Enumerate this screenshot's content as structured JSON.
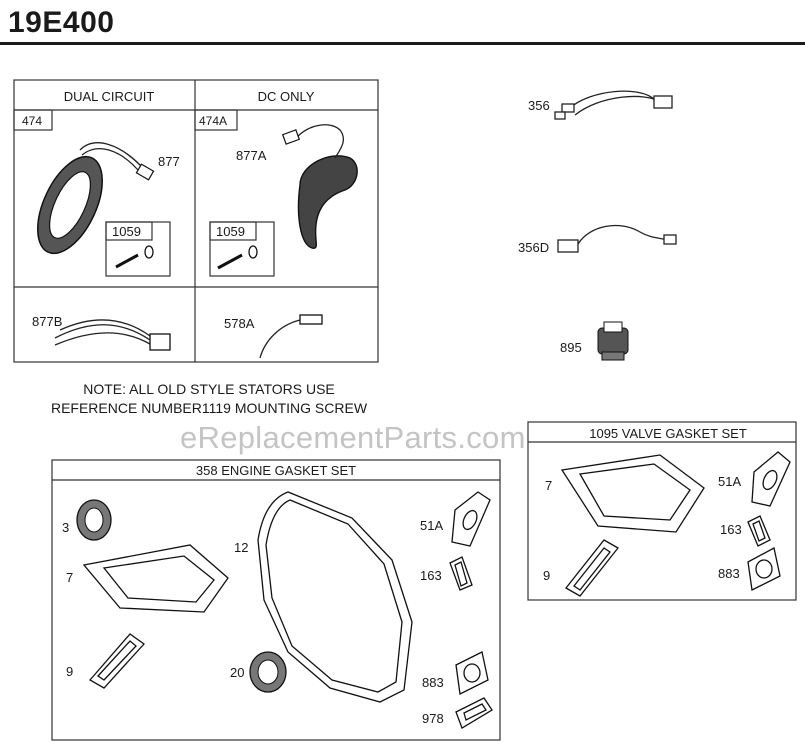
{
  "title": "19E400",
  "watermark": "eReplacementParts.com",
  "note": {
    "line1": "NOTE: ALL OLD STYLE STATORS USE",
    "line2": "REFERENCE NUMBER1119    MOUNTING SCREW"
  },
  "panels": {
    "dual_circuit": "DUAL CIRCUIT",
    "dc_only": "DC ONLY",
    "engine_gasket_set": "358 ENGINE GASKET SET",
    "valve_gasket_set": "1095 VALVE GASKET SET"
  },
  "labels": {
    "p474": "474",
    "p474a": "474A",
    "p877": "877",
    "p877a": "877A",
    "p1059_left": "1059",
    "p1059_right": "1059",
    "p877b": "877B",
    "p578a": "578A",
    "p356": "356",
    "p356d": "356D",
    "p895": "895",
    "eg_3": "3",
    "eg_7": "7",
    "eg_9": "9",
    "eg_12": "12",
    "eg_20": "20",
    "eg_51a": "51A",
    "eg_163": "163",
    "eg_883": "883",
    "eg_978": "978",
    "vg_7": "7",
    "vg_9": "9",
    "vg_51a": "51A",
    "vg_163": "163",
    "vg_883": "883"
  }
}
